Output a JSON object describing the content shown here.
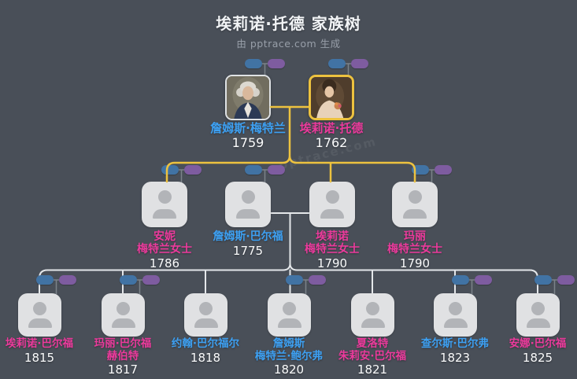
{
  "header": {
    "title": "埃莉诺·托德 家族树",
    "subtitle": "由 pptrace.com 生成"
  },
  "watermark": "pptrace.com",
  "colors": {
    "background": "#494f58",
    "bloodline_yellow": "#edc23f",
    "descent_line_white": "#e4e7ea",
    "male_name": "#3da0f2",
    "female_name": "#ec3a9c",
    "father_chip_blue": "#4173a4",
    "mother_chip_purple": "#7e5ca0",
    "highlight_border": "#edc23f"
  },
  "generations": {
    "gen1": [
      {
        "name": "詹姆斯·梅特兰",
        "year": "1759",
        "gender": "male",
        "portrait": "james-maitland-painting",
        "highlighted": false
      },
      {
        "name": "埃莉诺·托德",
        "year": "1762",
        "gender": "female",
        "portrait": "eleanor-todd-painting",
        "highlighted": true
      }
    ],
    "gen2": [
      {
        "name": "安妮",
        "name2": "梅特兰女士",
        "year": "1786",
        "gender": "female"
      },
      {
        "name": "詹姆斯·巴尔福",
        "year": "1775",
        "gender": "male"
      },
      {
        "name": "埃莉诺",
        "name2": "梅特兰女士",
        "year": "1790",
        "gender": "female"
      },
      {
        "name": "玛丽",
        "name2": "梅特兰女士",
        "year": "1790",
        "gender": "female"
      }
    ],
    "gen3": [
      {
        "name": "埃莉诺·巴尔福",
        "year": "1815",
        "gender": "female"
      },
      {
        "name": "玛丽·巴尔福",
        "name2": "赫伯特",
        "year": "1817",
        "gender": "female"
      },
      {
        "name": "约翰·巴尔福尔",
        "year": "1818",
        "gender": "male"
      },
      {
        "name": "詹姆斯",
        "name2": "梅特兰·鲍尔弗",
        "year": "1820",
        "gender": "male"
      },
      {
        "name": "夏洛特",
        "name2": "朱莉安·巴尔福",
        "year": "1821",
        "gender": "female"
      },
      {
        "name": "查尔斯·巴尔弗",
        "year": "1823",
        "gender": "male"
      },
      {
        "name": "安娜·巴尔福",
        "year": "1825",
        "gender": "female"
      }
    ]
  }
}
